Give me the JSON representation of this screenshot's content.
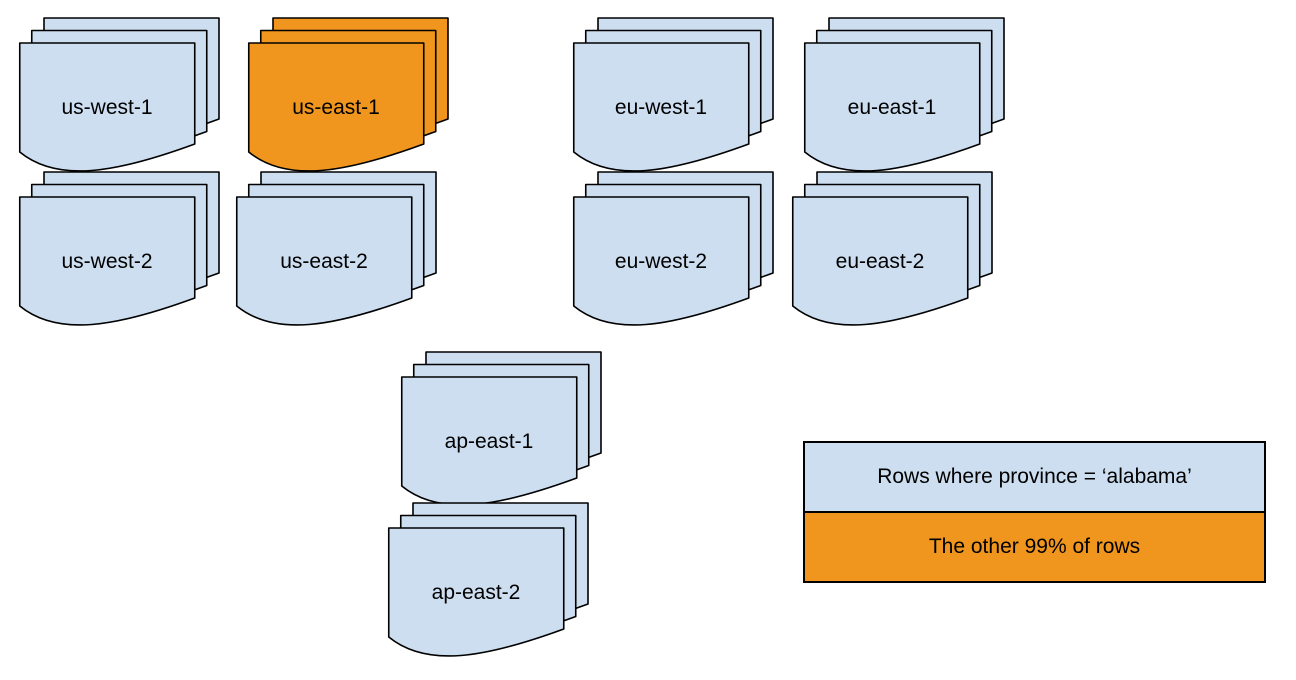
{
  "colors": {
    "document_fill": "#CDDEF0",
    "highlight_fill": "#F0961E",
    "stroke": "#000000"
  },
  "stacks": [
    {
      "label": "us-west-1",
      "highlighted": false
    },
    {
      "label": "us-east-1",
      "highlighted": true
    },
    {
      "label": "eu-west-1",
      "highlighted": false
    },
    {
      "label": "eu-east-1",
      "highlighted": false
    },
    {
      "label": "us-west-2",
      "highlighted": false
    },
    {
      "label": "us-east-2",
      "highlighted": false
    },
    {
      "label": "eu-west-2",
      "highlighted": false
    },
    {
      "label": "eu-east-2",
      "highlighted": false
    },
    {
      "label": "ap-east-1",
      "highlighted": false
    },
    {
      "label": "ap-east-2",
      "highlighted": false
    }
  ],
  "legend": {
    "items": [
      {
        "label": "Rows where province = ‘alabama’",
        "color": "#CDDEF0"
      },
      {
        "label": "The other 99% of rows",
        "color": "#F0961E"
      }
    ]
  }
}
